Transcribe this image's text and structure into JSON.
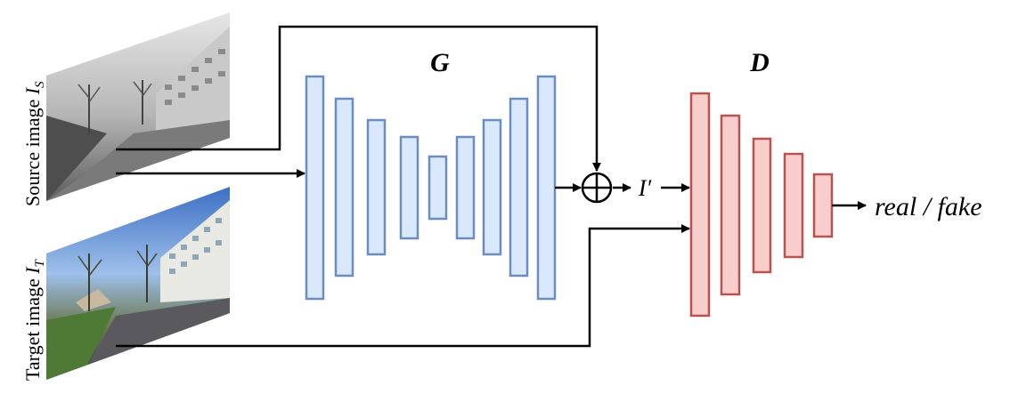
{
  "labels": {
    "source": "Source image ",
    "source_sym": "I",
    "source_sub": "S",
    "target": "Target image ",
    "target_sym": "I",
    "target_sub": "T",
    "generator": "G",
    "discriminator": "D",
    "output_image": "I′",
    "output": "real / fake"
  },
  "colors": {
    "generator_fill": "#dae8fc",
    "generator_stroke": "#6c8ebf",
    "discriminator_fill": "#f8cecc",
    "discriminator_stroke": "#b85450",
    "arrow": "#000000"
  },
  "icons": {
    "sum": "circle-plus-icon"
  }
}
